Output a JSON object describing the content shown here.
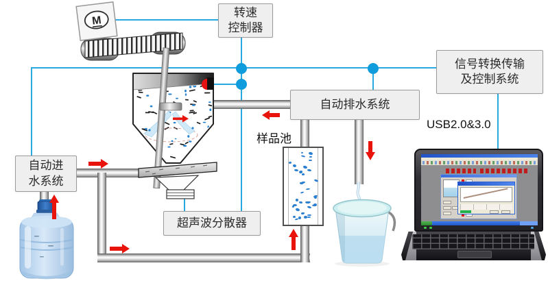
{
  "motor": {
    "label": "M"
  },
  "boxes": {
    "speed_controller": {
      "line1": "转速",
      "line2": "控制器"
    },
    "signal_system": {
      "line1": "信号转换传输",
      "line2": "及控制系统"
    },
    "drain_system": {
      "label": "自动排水系统"
    },
    "inlet_system": {
      "line1": "自动进",
      "line2": "水系统"
    },
    "ultrasonic_disperser": {
      "label": "超声波分散器"
    }
  },
  "labels": {
    "sample_cell": "样品池",
    "usb": "USB2.0&3.0"
  },
  "colors": {
    "wire_blue": "#29a9e1",
    "junction_blue": "#0f9cdd",
    "arrow_red": "#e8140c",
    "box_fill": "#efefef",
    "box_border": "#9a9a9a",
    "particle_blue": "#2a86d3"
  }
}
